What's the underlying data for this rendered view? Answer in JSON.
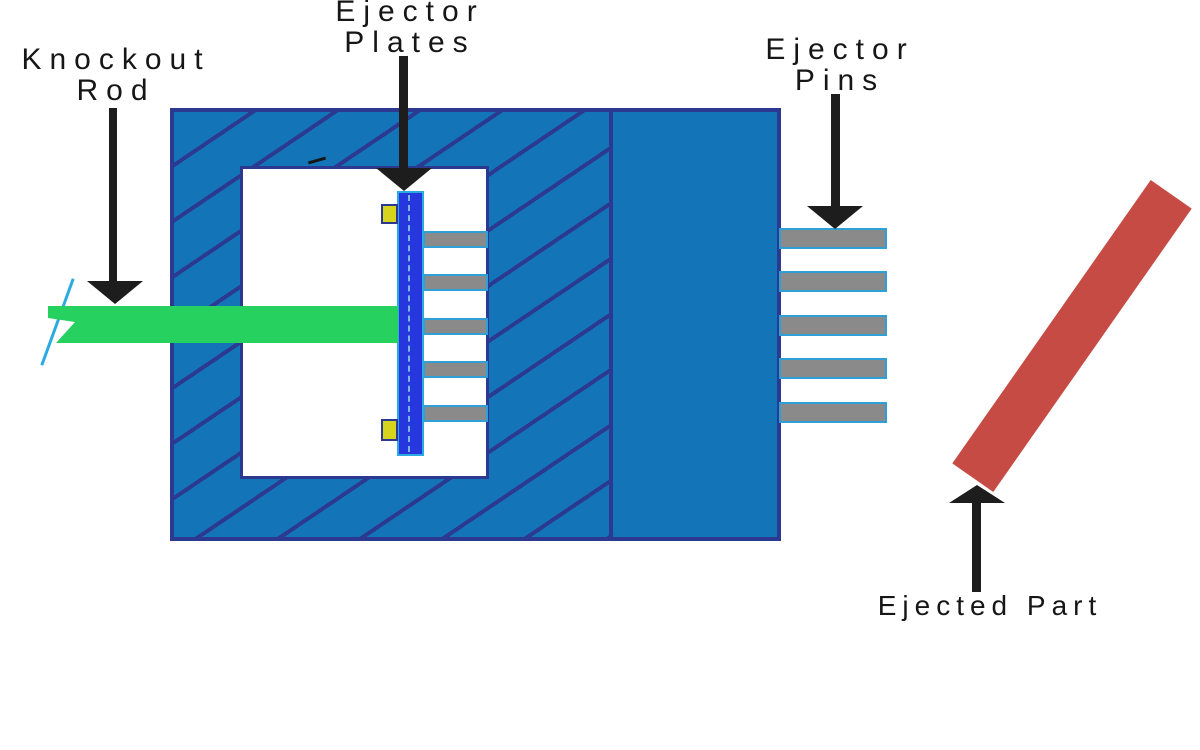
{
  "diagram": {
    "type": "injection-mold-ejector-system",
    "labels": {
      "knockout_rod": {
        "line1": "Knockout",
        "line2": "Rod"
      },
      "ejector_plates": {
        "line1": "Ejector",
        "line2": "Plates"
      },
      "ejector_pins": {
        "line1": "Ejector",
        "line2": "Pins"
      },
      "ejected_part": {
        "line1": "Ejected Part"
      }
    },
    "components": [
      {
        "name": "mold-body",
        "fill": "#1474b8",
        "border": "#2b3990",
        "hatched": true
      },
      {
        "name": "mold-back-plate",
        "fill": "#1474b8",
        "border": "#2b3990",
        "hatched": false
      },
      {
        "name": "cavity",
        "fill": "#ffffff",
        "border": "#2b3990"
      },
      {
        "name": "knockout-rod",
        "fill": "#27d160"
      },
      {
        "name": "ejector-plates",
        "fill": "#2737de",
        "border": "#29abe2",
        "plate_count": 2
      },
      {
        "name": "plate-stop-blocks",
        "fill": "#d7d41d",
        "count": 2
      },
      {
        "name": "ejector-pins",
        "fill": "#8a8a8a",
        "border": "#2f9fd6",
        "count_inside": 5,
        "count_outside": 5
      },
      {
        "name": "ejected-part",
        "fill": "#c64b44"
      }
    ],
    "ejector_pins": {
      "rows_y": [
        239,
        282,
        326,
        369,
        413
      ]
    },
    "arrow_color": "#1d1d1d"
  }
}
